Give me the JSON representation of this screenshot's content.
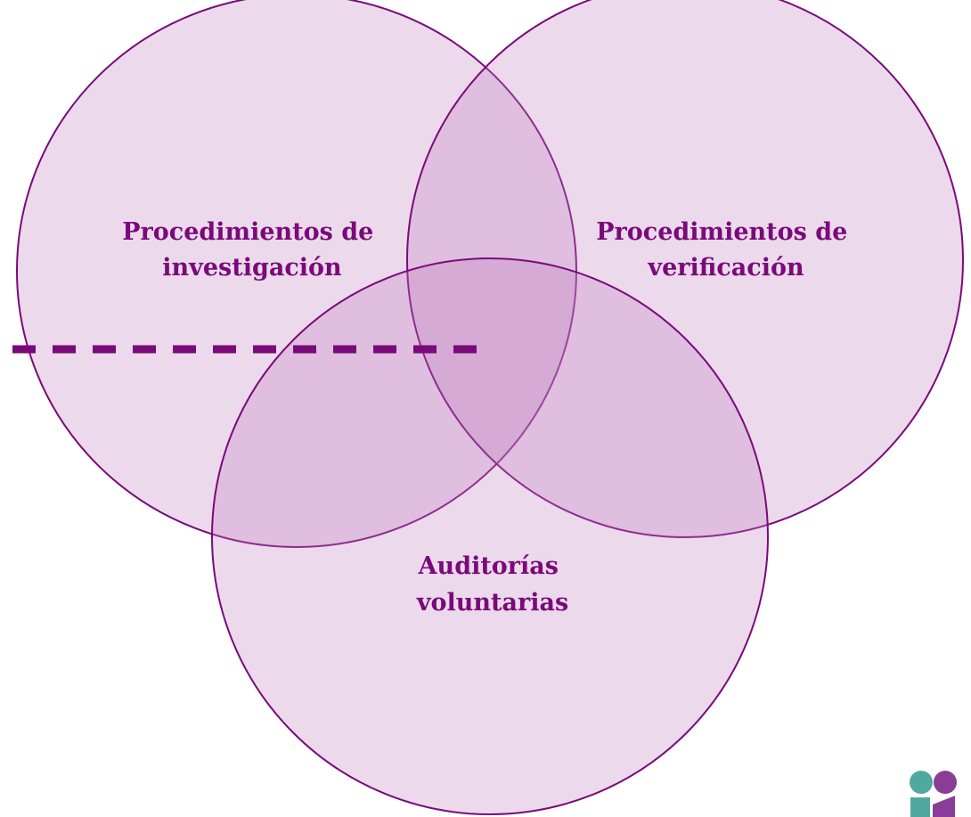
{
  "diagram": {
    "type": "venn",
    "sets": [
      {
        "id": "investigacion",
        "lines": [
          "Procedimientos de",
          "investigación"
        ]
      },
      {
        "id": "verificacion",
        "lines": [
          "Procedimientos de",
          "verificación"
        ]
      },
      {
        "id": "auditorias",
        "lines": [
          "Auditorías",
          "voluntarias"
        ]
      }
    ],
    "colors": {
      "fill": "#c080c0",
      "stroke": "#7a0a7a",
      "text": "#7a0a7a",
      "logo_teal": "#4fa9a0",
      "logo_purple": "#8a3d96"
    },
    "divider_line": "dashed",
    "logo": "institutional-logo"
  }
}
